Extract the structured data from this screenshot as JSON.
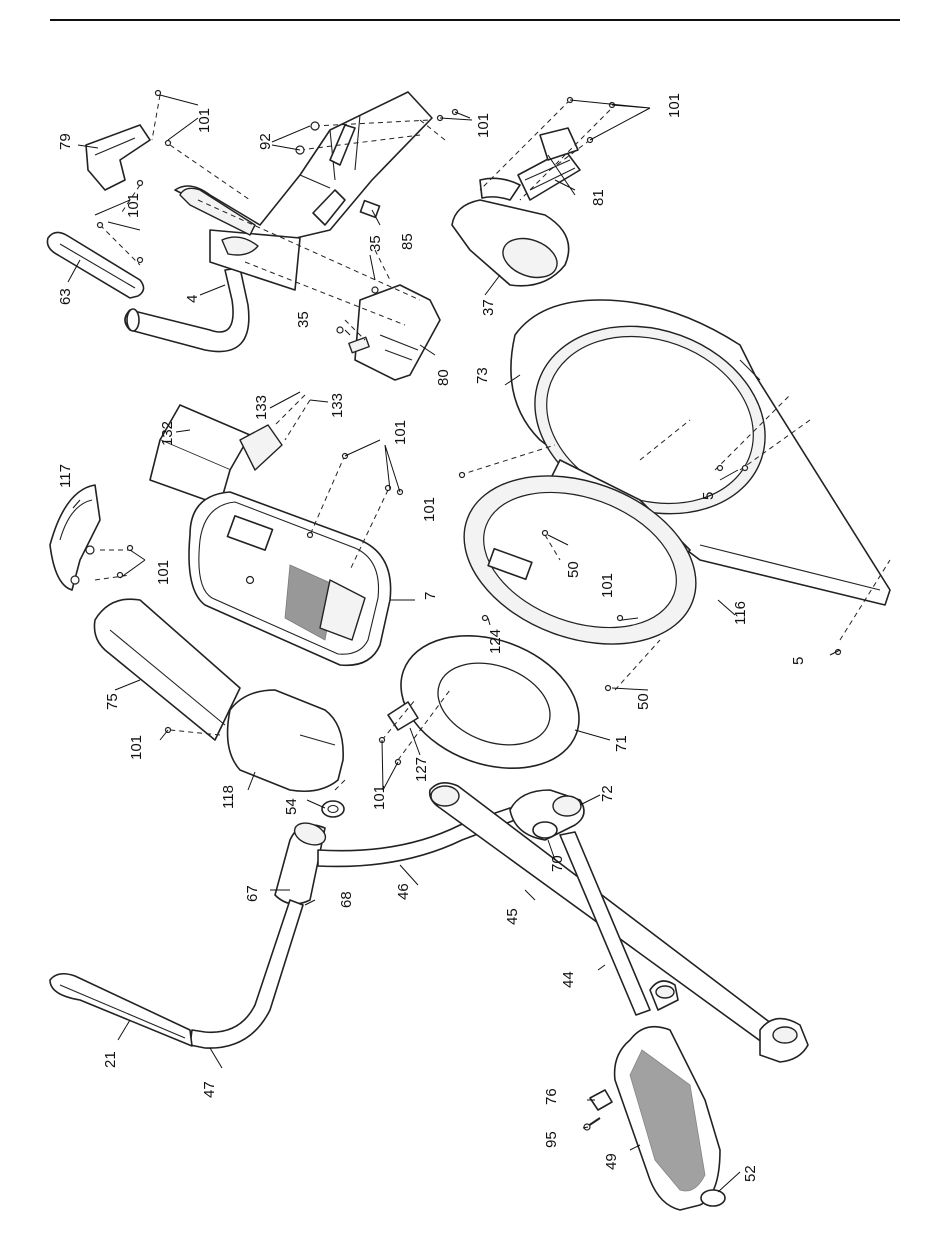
{
  "callouts": [
    {
      "id": "c101a",
      "text": "101"
    },
    {
      "id": "c101b",
      "text": "101"
    },
    {
      "id": "c101c",
      "text": "101"
    },
    {
      "id": "c101d",
      "text": "101"
    },
    {
      "id": "c101e",
      "text": "101"
    },
    {
      "id": "c101f",
      "text": "101"
    },
    {
      "id": "c101g",
      "text": "101"
    },
    {
      "id": "c101h",
      "text": "101"
    },
    {
      "id": "c101i",
      "text": "101"
    },
    {
      "id": "c101j",
      "text": "101"
    },
    {
      "id": "c79",
      "text": "79"
    },
    {
      "id": "c92",
      "text": "92"
    },
    {
      "id": "c63",
      "text": "63"
    },
    {
      "id": "c4",
      "text": "4"
    },
    {
      "id": "c35a",
      "text": "35"
    },
    {
      "id": "c35b",
      "text": "35"
    },
    {
      "id": "c85",
      "text": "85"
    },
    {
      "id": "c80",
      "text": "80"
    },
    {
      "id": "c81",
      "text": "81"
    },
    {
      "id": "c37",
      "text": "37"
    },
    {
      "id": "c73",
      "text": "73"
    },
    {
      "id": "c132",
      "text": "132"
    },
    {
      "id": "c133a",
      "text": "133"
    },
    {
      "id": "c133b",
      "text": "133"
    },
    {
      "id": "c117",
      "text": "117"
    },
    {
      "id": "c5a",
      "text": "5"
    },
    {
      "id": "c5b",
      "text": "5"
    },
    {
      "id": "c50a",
      "text": "50"
    },
    {
      "id": "c50b",
      "text": "50"
    },
    {
      "id": "c7",
      "text": "7"
    },
    {
      "id": "c116",
      "text": "116"
    },
    {
      "id": "c124",
      "text": "124"
    },
    {
      "id": "c75",
      "text": "75"
    },
    {
      "id": "c71",
      "text": "71"
    },
    {
      "id": "c127",
      "text": "127"
    },
    {
      "id": "c118",
      "text": "118"
    },
    {
      "id": "c54",
      "text": "54"
    },
    {
      "id": "c72",
      "text": "72"
    },
    {
      "id": "c70",
      "text": "70"
    },
    {
      "id": "c67",
      "text": "67"
    },
    {
      "id": "c68",
      "text": "68"
    },
    {
      "id": "c46",
      "text": "46"
    },
    {
      "id": "c45",
      "text": "45"
    },
    {
      "id": "c44",
      "text": "44"
    },
    {
      "id": "c21",
      "text": "21"
    },
    {
      "id": "c47",
      "text": "47"
    },
    {
      "id": "c76",
      "text": "76"
    },
    {
      "id": "c95",
      "text": "95"
    },
    {
      "id": "c49",
      "text": "49"
    },
    {
      "id": "c52",
      "text": "52"
    }
  ]
}
